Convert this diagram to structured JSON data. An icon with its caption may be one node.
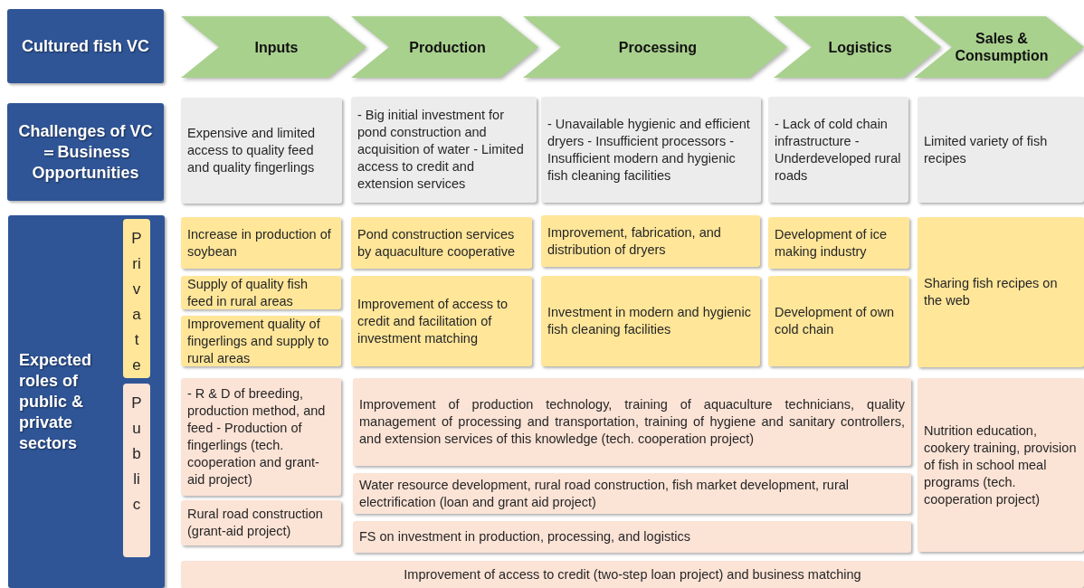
{
  "diagram": {
    "nodes": [
      {
        "text": [
          "Cultured fish VC"
        ]
      },
      {
        "text": [
          "Inputs"
        ]
      },
      {
        "text": [
          "Production"
        ]
      },
      {
        "text": [
          "Processing"
        ]
      },
      {
        "text": [
          "Logistics"
        ]
      },
      {
        "text": [
          "Sales & Consumption"
        ]
      },
      {
        "text": [
          "Challenges of VC＝Business Opportunities"
        ]
      },
      {
        "text": [
          "Expensive and limited access to quality feed and quality fingerlings"
        ]
      },
      {
        "text": [
          "- Big initial investment for pond construction and acquisition of water - Limited access to credit and extension services"
        ]
      },
      {
        "text": [
          "- Unavailable hygienic and efficient dryers - Insufficient processors - Insufficient modern and hygienic fish cleaning facilities"
        ]
      },
      {
        "text": [
          "- Lack of cold chain infrastructure - Underdeveloped rural roads"
        ]
      },
      {
        "text": [
          "Limited variety of fish recipes"
        ]
      },
      {
        "text": [
          "Expected roles of public & private sectors"
        ]
      },
      {
        "text": [
          "Private"
        ],
        "in": 12
      },
      {
        "text": [
          "Public"
        ],
        "in": 12
      },
      {
        "text": [
          "Increase in production of soybean"
        ]
      },
      {
        "text": [
          "Pond construction services by aquaculture cooperative"
        ]
      },
      {
        "text": [
          "Improvement, fabrication, and distribution of dryers"
        ]
      },
      {
        "text": [
          "Development of ice making industry"
        ]
      },
      {
        "text": [
          "Sharing fish recipes on the web"
        ]
      },
      {
        "text": [
          "Supply of quality fish feed in rural areas"
        ]
      },
      {
        "text": [
          "Improvement of access to credit and facilitation of investment matching"
        ]
      },
      {
        "text": [
          "Investment in modern and hygienic fish cleaning facilities"
        ]
      },
      {
        "text": [
          "Development of own cold chain"
        ]
      },
      {
        "text": [
          "Improvement quality of fingerlings and supply to rural areas"
        ]
      },
      {
        "text": [
          "- R & D of breeding, production method, and feed - Production of fingerlings (tech. cooperation and grant-aid project)"
        ]
      },
      {
        "text": [
          "Improvement of production technology, training of aquaculture technicians, quality management of processing and transportation, training of hygiene and sanitary controllers, and extension services of this knowledge (tech. cooperation project)"
        ]
      },
      {
        "text": [
          "Nutrition education, cookery training, provision of fish in school meal programs (tech. cooperation project)"
        ]
      },
      {
        "text": [
          "Water resource development, rural road construction, fish market development, rural electrification (loan and grant aid project)"
        ]
      },
      {
        "text": [
          "Rural road construction (grant-aid project)"
        ]
      },
      {
        "text": [
          "FS on investment in production, processing, and logistics"
        ]
      },
      {
        "text": [
          "Improvement of access to credit (two-step loan project) and business matching"
        ]
      }
    ]
  }
}
